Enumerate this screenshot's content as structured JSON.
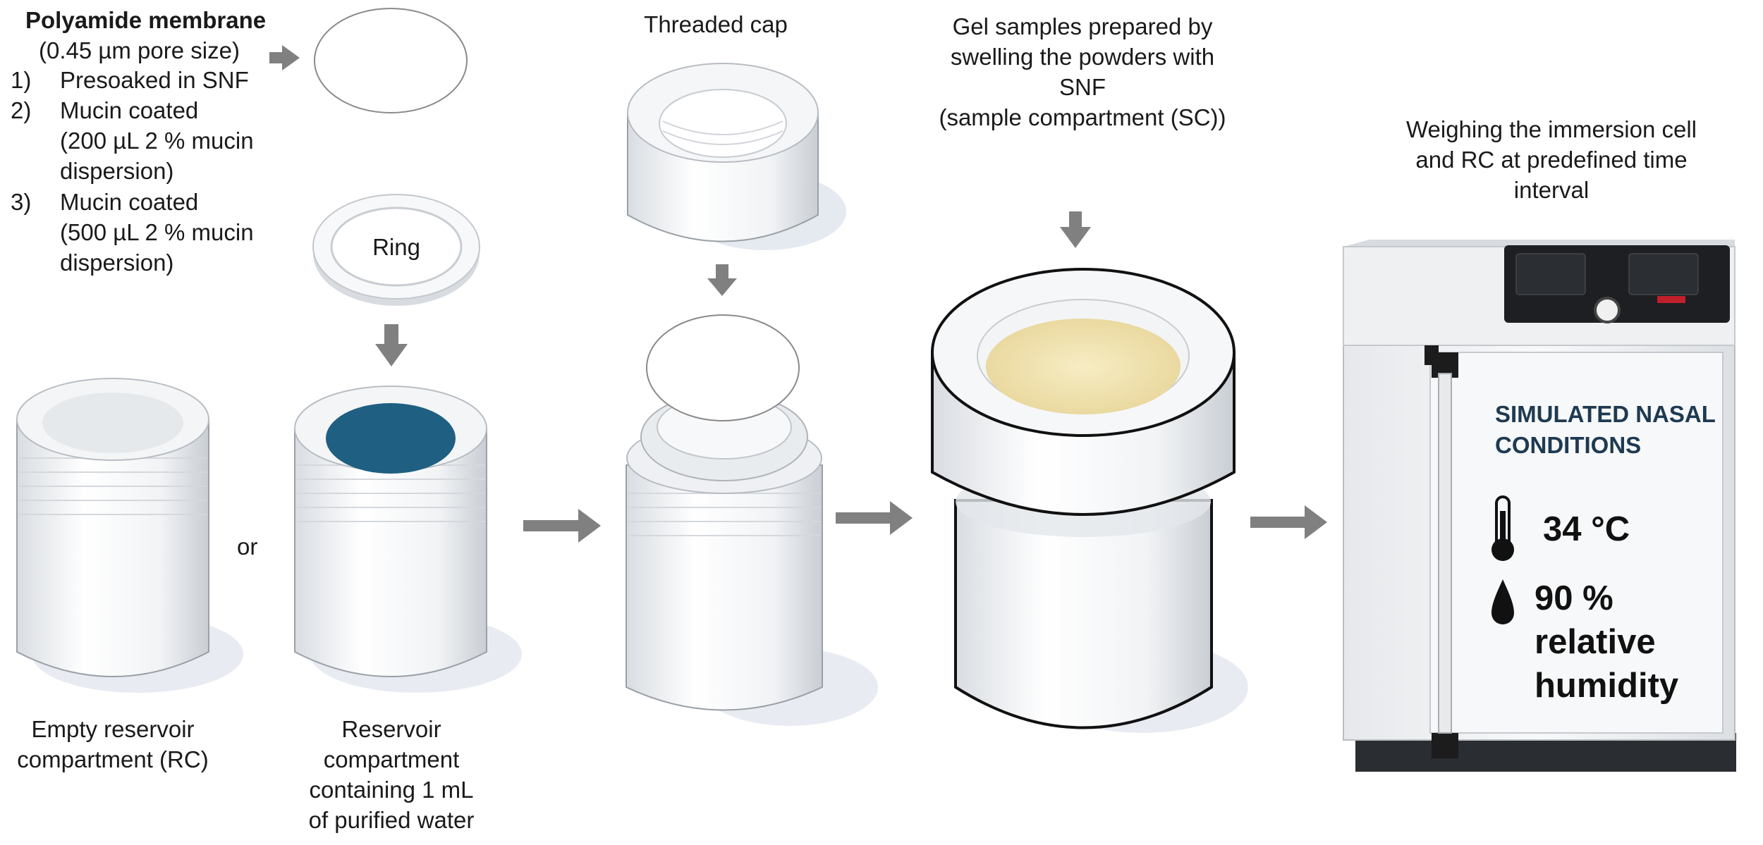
{
  "membrane": {
    "title": "Polyamide membrane",
    "pore": "(0.45 µm pore size)",
    "steps": [
      {
        "num": "1)",
        "lines": [
          "Presoaked in SNF"
        ]
      },
      {
        "num": "2)",
        "lines": [
          "Mucin coated",
          "(200 µL 2 % mucin",
          "dispersion)"
        ]
      },
      {
        "num": "3)",
        "lines": [
          "Mucin coated",
          "(500 µL 2 % mucin",
          "dispersion)"
        ]
      }
    ]
  },
  "ring_label": "Ring",
  "or_label": "or",
  "empty_rc": [
    "Empty reservoir",
    "compartment (RC)"
  ],
  "filled_rc": [
    "Reservoir",
    "compartment",
    "containing 1 mL",
    "of purified water"
  ],
  "threaded_cap": "Threaded cap",
  "gel_samples": [
    "Gel samples prepared by",
    "swelling the powders with",
    "SNF",
    "(sample compartment (SC))"
  ],
  "weighing": [
    "Weighing the immersion cell",
    "and RC at predefined time",
    "interval"
  ],
  "conditions": {
    "title_lines": [
      "SIMULATED NASAL",
      "CONDITIONS"
    ],
    "temperature": "34 °C",
    "humidity_lines": [
      "90 %",
      "relative",
      "humidity"
    ]
  },
  "colors": {
    "arrow": "#808080",
    "water": "#1f5f82",
    "gel": "#f3e6b4",
    "cond_title": "#1e3a52"
  }
}
